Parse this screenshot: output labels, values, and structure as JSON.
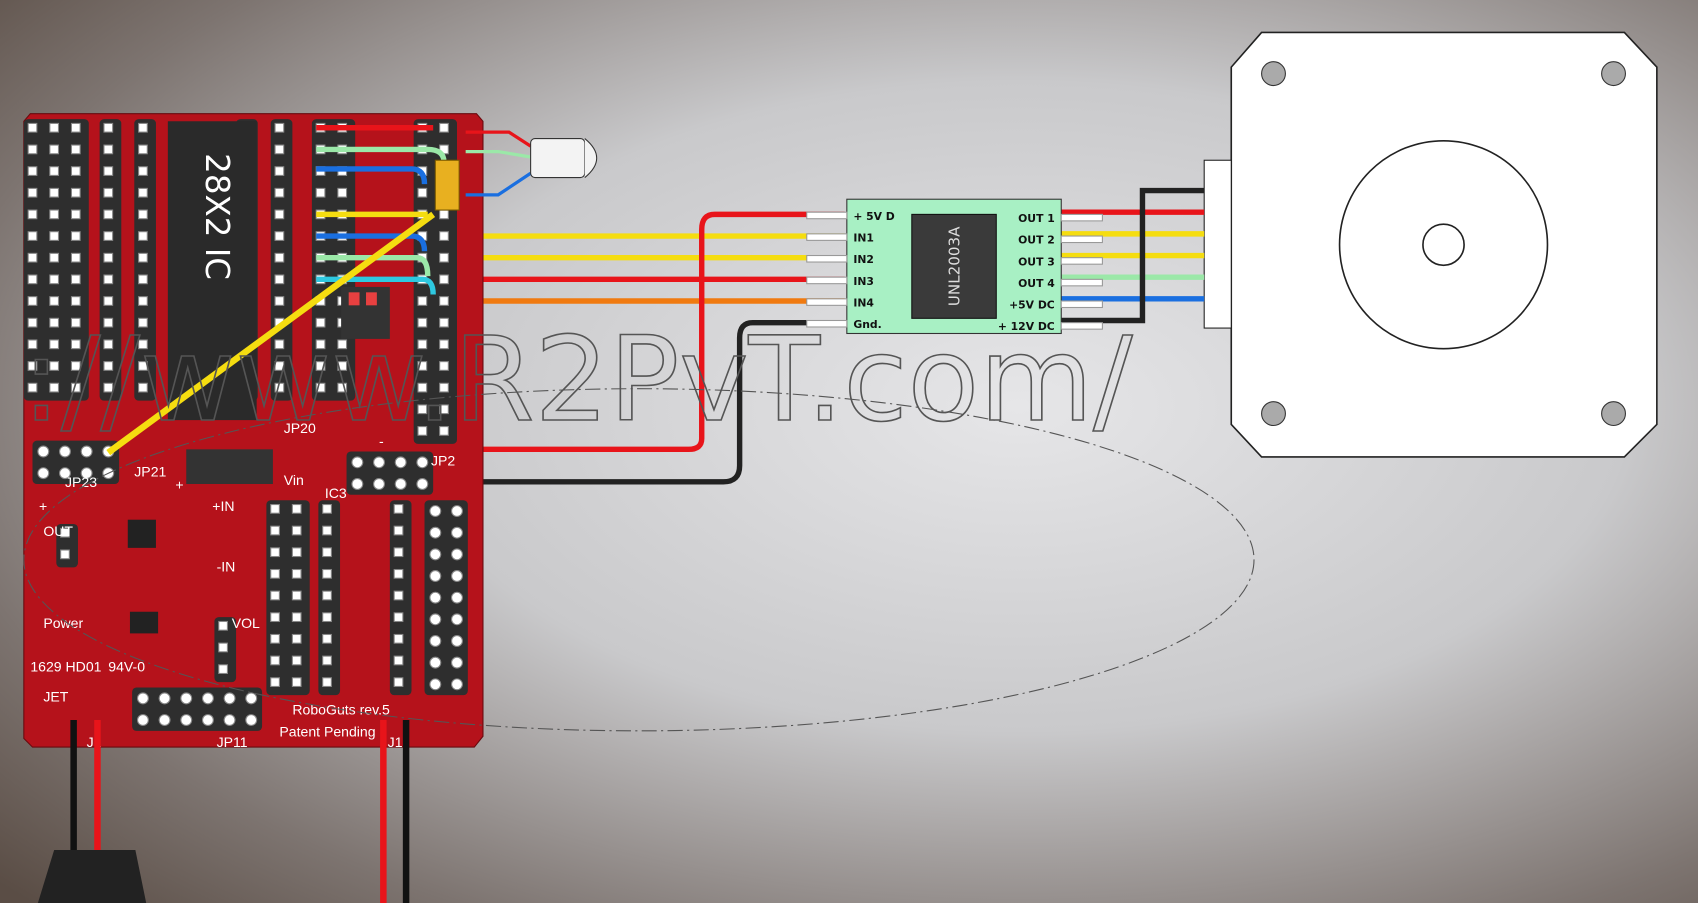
{
  "colors": {
    "board": "#b5121b",
    "header": "#2e2e2e",
    "module": "#a8f0c4",
    "chip": "#3a3a3a",
    "wire_red": "#e8141a",
    "wire_yellow": "#f5dd10",
    "wire_green": "#9be8a8",
    "wire_blue": "#1a6fe0",
    "wire_orange": "#f07a10",
    "wire_black": "#222222"
  },
  "watermark": "://www.R2PvT.com/",
  "board": {
    "chip_label": "28X2 IC",
    "labels": {
      "jp23": "JP23",
      "jp21": "JP21",
      "jp20": "JP20",
      "vin": "Vin",
      "ic3": "IC3",
      "jp2": "JP2",
      "jp11": "JP11",
      "j1": "J1",
      "out": "OUT",
      "power": "Power",
      "plus_in": "+IN",
      "minus_in": "-IN",
      "vol": "VOL",
      "rev": "RoboGuts rev.5",
      "patent": "Patent Pending",
      "rating": "94V-0",
      "code": "1629 HD01",
      "maker": "JET",
      "plus": "+",
      "minus": "-"
    }
  },
  "driver": {
    "chip": "UNL2003A",
    "left_pins": [
      "+ 5V D",
      "IN1",
      "IN2",
      "IN3",
      "IN4",
      "Gnd."
    ],
    "right_pins": [
      "OUT 1",
      "OUT 2",
      "OUT 3",
      "OUT 4",
      "+5V DC",
      "+ 12V DC"
    ]
  }
}
